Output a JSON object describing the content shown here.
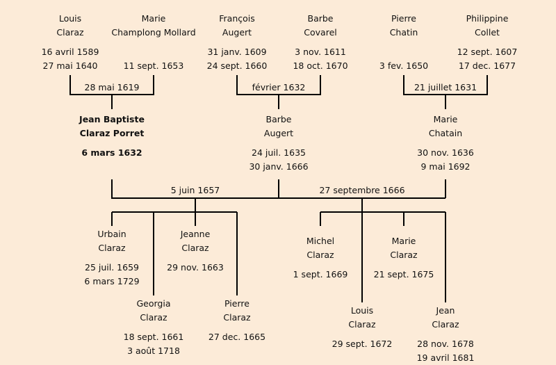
{
  "grandparents": [
    {
      "first": "Louis",
      "last": "Claraz",
      "birth": "16 avril 1589",
      "death": "27 mai 1640"
    },
    {
      "first": "Marie",
      "last": "Champlong Mollard",
      "birth": "",
      "death": "11 sept. 1653"
    },
    {
      "first": "François",
      "last": "Augert",
      "birth": "31 janv. 1609",
      "death": "24 sept. 1660"
    },
    {
      "first": "Barbe",
      "last": "Covarel",
      "birth": "3 nov. 1611",
      "death": "18 oct. 1670"
    },
    {
      "first": "Pierre",
      "last": "Chatin",
      "birth": "",
      "death": "3 fev. 1650"
    },
    {
      "first": "Philippine",
      "last": "Collet",
      "birth": "12 sept. 1607",
      "death": "17 dec. 1677"
    }
  ],
  "parent_marriages": [
    "28 mai 1619",
    "février 1632",
    "21 juillet 1631"
  ],
  "main": [
    {
      "first": "Jean Baptiste",
      "last": "Claraz Porret",
      "birth": "6 mars 1632",
      "death": ""
    },
    {
      "first": "Barbe",
      "last": "Augert",
      "birth": "24 juil. 1635",
      "death": "30 janv. 1666"
    },
    {
      "first": "Marie",
      "last": "Chatain",
      "birth": "30 nov. 1636",
      "death": "9 mai 1692"
    }
  ],
  "marriages": [
    "5 juin 1657",
    "27 septembre 1666"
  ],
  "children": [
    {
      "first": "Urbain",
      "last": "Claraz",
      "birth": "25 juil. 1659",
      "death": "6 mars 1729"
    },
    {
      "first": "Jeanne",
      "last": "Claraz",
      "birth": "29 nov. 1663",
      "death": ""
    },
    {
      "first": "Georgia",
      "last": "Claraz",
      "birth": "18 sept. 1661",
      "death": "3 août 1718"
    },
    {
      "first": "Pierre",
      "last": "Claraz",
      "birth": "27 dec. 1665",
      "death": ""
    },
    {
      "first": "Michel",
      "last": "Claraz",
      "birth": "1 sept. 1669",
      "death": ""
    },
    {
      "first": "Marie",
      "last": "Claraz",
      "birth": "21 sept. 1675",
      "death": ""
    },
    {
      "first": "Louis",
      "last": "Claraz",
      "birth": "29 sept. 1672",
      "death": ""
    },
    {
      "first": "Jean",
      "last": "Claraz",
      "birth": "28 nov. 1678",
      "death": "19 avril 1681"
    }
  ]
}
